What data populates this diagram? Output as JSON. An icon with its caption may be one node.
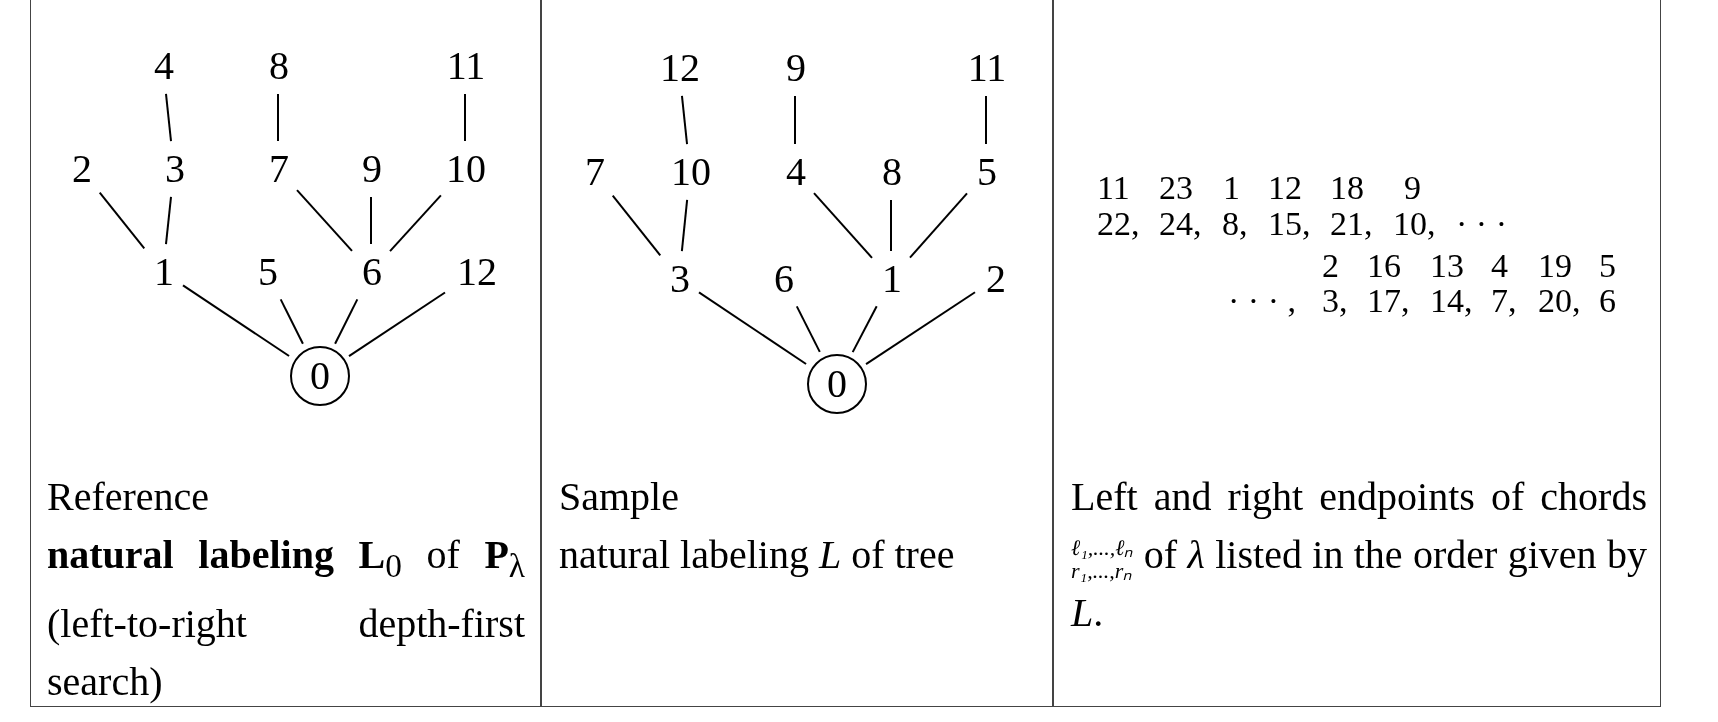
{
  "diagram": {
    "nodes": [
      {
        "text": [
          "Reference",
          "**natural labeling** **L**$_{0}$ of **P**$_{λ}$ (left-to-right depth-first search)"
        ]
      },
      {
        "text": [
          "4"
        ],
        "in": 0
      },
      {
        "text": [
          "8"
        ],
        "in": 0
      },
      {
        "text": [
          "11"
        ],
        "in": 0
      },
      {
        "text": [
          "2"
        ],
        "in": 0
      },
      {
        "text": [
          "3"
        ],
        "in": 0
      },
      {
        "text": [
          "7"
        ],
        "in": 0
      },
      {
        "text": [
          "9"
        ],
        "in": 0
      },
      {
        "text": [
          "10"
        ],
        "in": 0
      },
      {
        "text": [
          "1"
        ],
        "in": 0
      },
      {
        "text": [
          "5"
        ],
        "in": 0
      },
      {
        "text": [
          "6"
        ],
        "in": 0
      },
      {
        "text": [
          "12"
        ],
        "in": 0
      },
      {
        "text": [
          "0"
        ],
        "in": 0
      },
      {
        "text": [
          "Sample",
          "natural labeling *L* of tree"
        ]
      },
      {
        "text": [
          "12"
        ],
        "in": 14
      },
      {
        "text": [
          "9"
        ],
        "in": 14
      },
      {
        "text": [
          "11"
        ],
        "in": 14
      },
      {
        "text": [
          "7"
        ],
        "in": 14
      },
      {
        "text": [
          "10"
        ],
        "in": 14
      },
      {
        "text": [
          "4"
        ],
        "in": 14
      },
      {
        "text": [
          "8"
        ],
        "in": 14
      },
      {
        "text": [
          "5"
        ],
        "in": 14
      },
      {
        "text": [
          "3"
        ],
        "in": 14
      },
      {
        "text": [
          "6"
        ],
        "in": 14
      },
      {
        "text": [
          "1"
        ],
        "in": 14
      },
      {
        "text": [
          "2"
        ],
        "in": 14
      },
      {
        "text": [
          "0"
        ],
        "in": 14
      },
      {
        "text": [
          "Left and right endpoints of chords $^{ℓ₁,...,ℓₙ}$$_{r₁,...,rₙ}$ of *λ* listed in the order given by *L*."
        ]
      }
    ],
    "edges": [
      {
        "from": 13,
        "to": 9,
        "arrow": "none"
      },
      {
        "from": 13,
        "to": 10,
        "arrow": "none"
      },
      {
        "from": 13,
        "to": 11,
        "arrow": "none"
      },
      {
        "from": 13,
        "to": 12,
        "arrow": "none"
      },
      {
        "from": 9,
        "to": 4,
        "arrow": "none"
      },
      {
        "from": 9,
        "to": 5,
        "arrow": "none"
      },
      {
        "from": 11,
        "to": 6,
        "arrow": "none"
      },
      {
        "from": 11,
        "to": 7,
        "arrow": "none"
      },
      {
        "from": 11,
        "to": 8,
        "arrow": "none"
      },
      {
        "from": 5,
        "to": 1,
        "arrow": "none"
      },
      {
        "from": 6,
        "to": 2,
        "arrow": "none"
      },
      {
        "from": 8,
        "to": 3,
        "arrow": "none"
      },
      {
        "from": 27,
        "to": 23,
        "arrow": "none"
      },
      {
        "from": 27,
        "to": 24,
        "arrow": "none"
      },
      {
        "from": 27,
        "to": 25,
        "arrow": "none"
      },
      {
        "from": 27,
        "to": 26,
        "arrow": "none"
      },
      {
        "from": 23,
        "to": 18,
        "arrow": "none"
      },
      {
        "from": 23,
        "to": 19,
        "arrow": "none"
      },
      {
        "from": 25,
        "to": 20,
        "arrow": "none"
      },
      {
        "from": 25,
        "to": 21,
        "arrow": "none"
      },
      {
        "from": 25,
        "to": 22,
        "arrow": "none"
      },
      {
        "from": 19,
        "to": 15,
        "arrow": "none"
      },
      {
        "from": 20,
        "to": 16,
        "arrow": "none"
      },
      {
        "from": 22,
        "to": 17,
        "arrow": "none"
      }
    ],
    "labels": [
      "11",
      "23",
      "1",
      "12",
      "18",
      "9",
      "22,",
      "24,",
      "8,",
      "15,",
      "21,",
      "10,",
      "· · ·",
      "2",
      "16",
      "13",
      "4",
      "19",
      "5",
      "· · · ,",
      "3,",
      "17,",
      "14,",
      "7,",
      "20,",
      "6"
    ]
  }
}
